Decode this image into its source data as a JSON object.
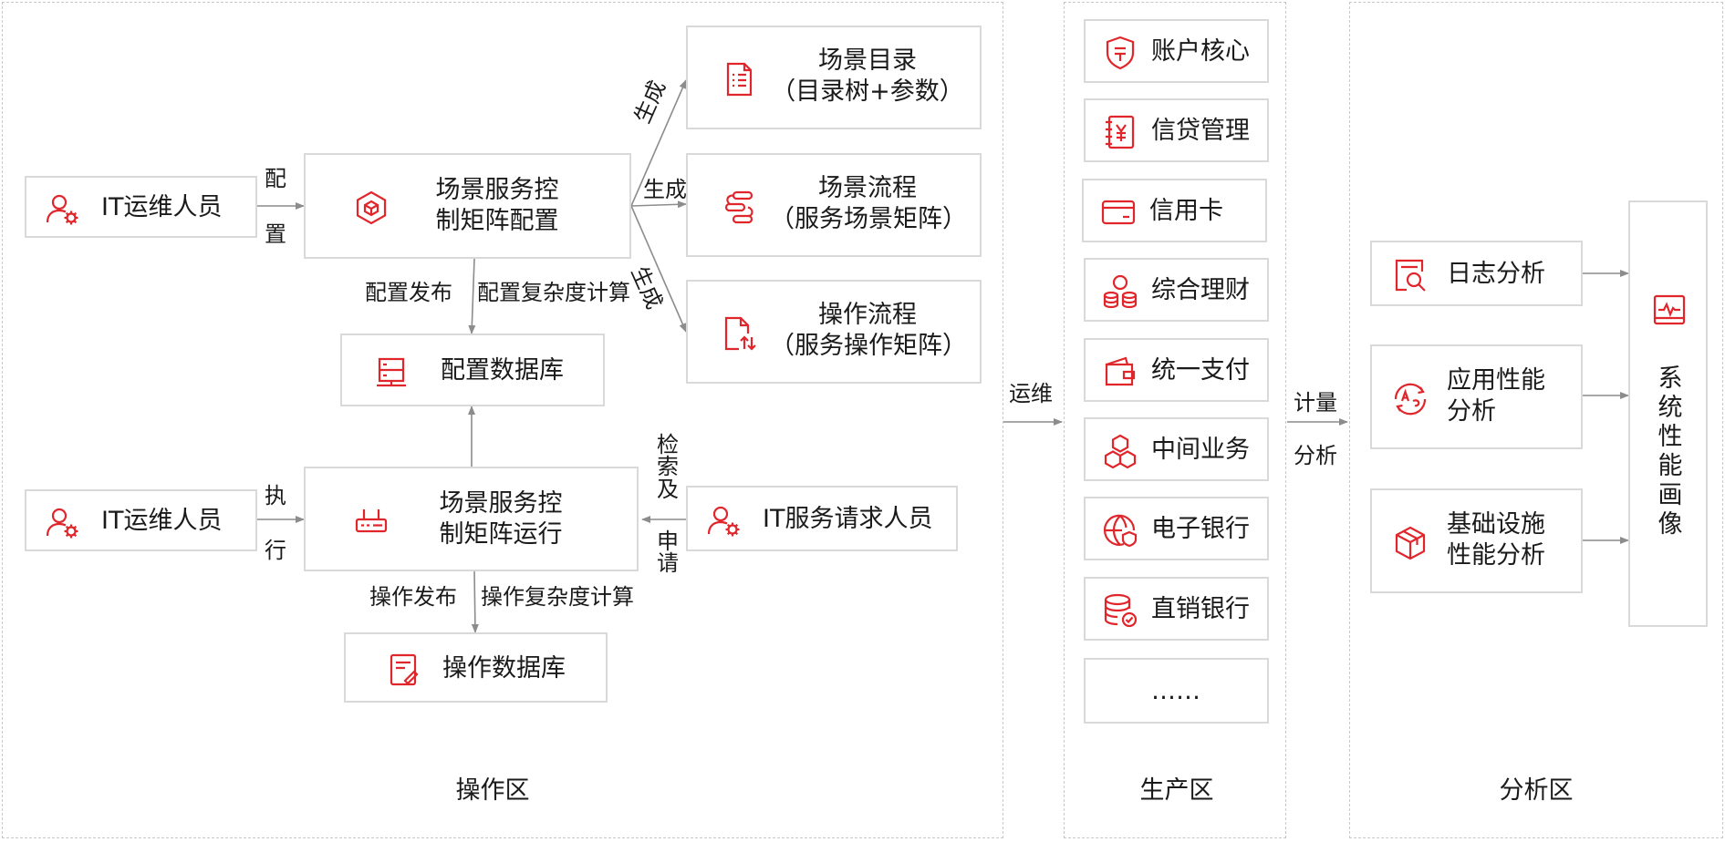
{
  "zones": {
    "operation": "操作区",
    "production": "生产区",
    "analysis": "分析区"
  },
  "operation": {
    "it_ops_1": "IT运维人员",
    "it_ops_2": "IT运维人员",
    "config_matrix": [
      "场景服务控",
      "制矩阵配置"
    ],
    "run_matrix": [
      "场景服务控",
      "制矩阵运行"
    ],
    "config_db": "配置数据库",
    "op_db": "操作数据库",
    "it_request": "IT服务请求人员",
    "scene_catalog": [
      "场景目录",
      "（目录树+参数）"
    ],
    "scene_flow": [
      "场景流程",
      "（服务场景矩阵）"
    ],
    "op_flow": [
      "操作流程",
      "（服务操作矩阵）"
    ],
    "labels": {
      "config_top": "配",
      "config_bottom": "置",
      "exec_top": "执",
      "exec_bottom": "行",
      "gen_1": "生成",
      "gen_2": "生成",
      "gen_3": "生成",
      "config_publish": "配置发布",
      "config_complexity": "配置复杂度计算",
      "op_publish": "操作发布",
      "op_complexity": "操作复杂度计算",
      "search_apply": [
        "检",
        "索",
        "及",
        "申",
        "请"
      ]
    }
  },
  "production": {
    "items": [
      "账户核心",
      "信贷管理",
      "信用卡",
      "综合理财",
      "统一支付",
      "中间业务",
      "电子银行",
      "直销银行",
      "……"
    ]
  },
  "links": {
    "ops": "运维",
    "measure": "计量",
    "analyze": "分析"
  },
  "analysis": {
    "log": "日志分析",
    "app_perf": [
      "应用性能",
      "分析"
    ],
    "infra_perf": [
      "基础设施",
      "性能分析"
    ],
    "profile": [
      "系",
      "统",
      "性",
      "能",
      "画",
      "像"
    ]
  },
  "colors": {
    "accent": "#e0262b",
    "border": "#d9d9d9",
    "dashed": "#c8c8c8",
    "arrow": "#8c8c8c"
  }
}
